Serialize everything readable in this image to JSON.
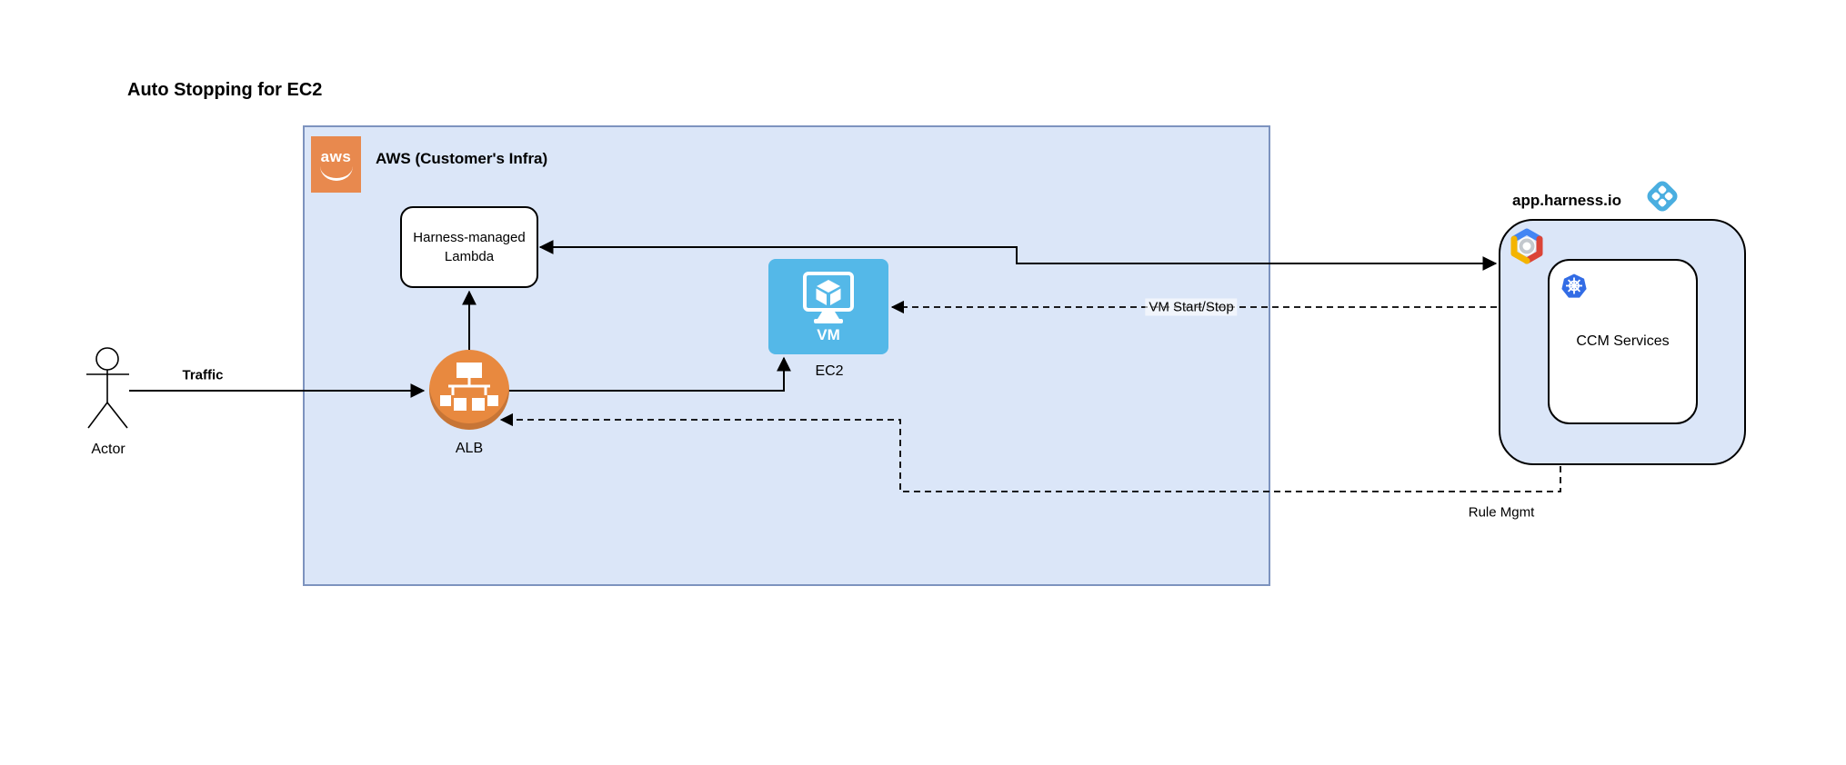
{
  "title": "Auto Stopping for EC2",
  "aws_group": {
    "label": "AWS (Customer's Infra)",
    "logo_text": "aws"
  },
  "harness_group": {
    "label": "app.harness.io"
  },
  "nodes": {
    "lambda": {
      "label": "Harness-managed Lambda"
    },
    "alb": {
      "label": "ALB"
    },
    "ec2": {
      "label": "EC2",
      "icon_text": "VM"
    },
    "actor": {
      "label": "Actor"
    },
    "ccm": {
      "label": "CCM Services"
    }
  },
  "edges": {
    "traffic": {
      "label": "Traffic",
      "style": "solid"
    },
    "vm_start_stop": {
      "label": "VM Start/Stop",
      "style": "dashed"
    },
    "rule_mgmt": {
      "label": "Rule Mgmt",
      "style": "dashed"
    }
  },
  "colors": {
    "group_fill": "#dbe6f8",
    "aws_border": "#7d93bf",
    "aws_orange": "#e8894e",
    "alb_orange": "#e8893f",
    "vm_blue": "#54b8e8",
    "k8s_blue": "#326ce5",
    "harness_blue": "#4aaee0",
    "gcp_blue": "#4285f4",
    "gcp_red": "#db4437",
    "gcp_yellow": "#f4b400"
  }
}
